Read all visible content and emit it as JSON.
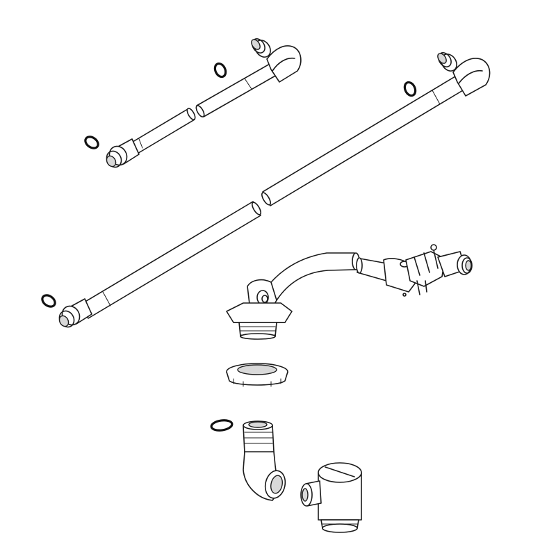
{
  "diagram": {
    "parts": [
      "short-pipe-assembly",
      "long-pipe-assembly",
      "bent-pipe-with-valve",
      "flanged-threaded-fitting",
      "lock-nut",
      "elbow-fitting",
      "valve-body"
    ],
    "seal_rings": 5,
    "colors": {
      "line": "#1a1a1a",
      "fill": "#ffffff",
      "shade": "#d9d9d9"
    }
  }
}
